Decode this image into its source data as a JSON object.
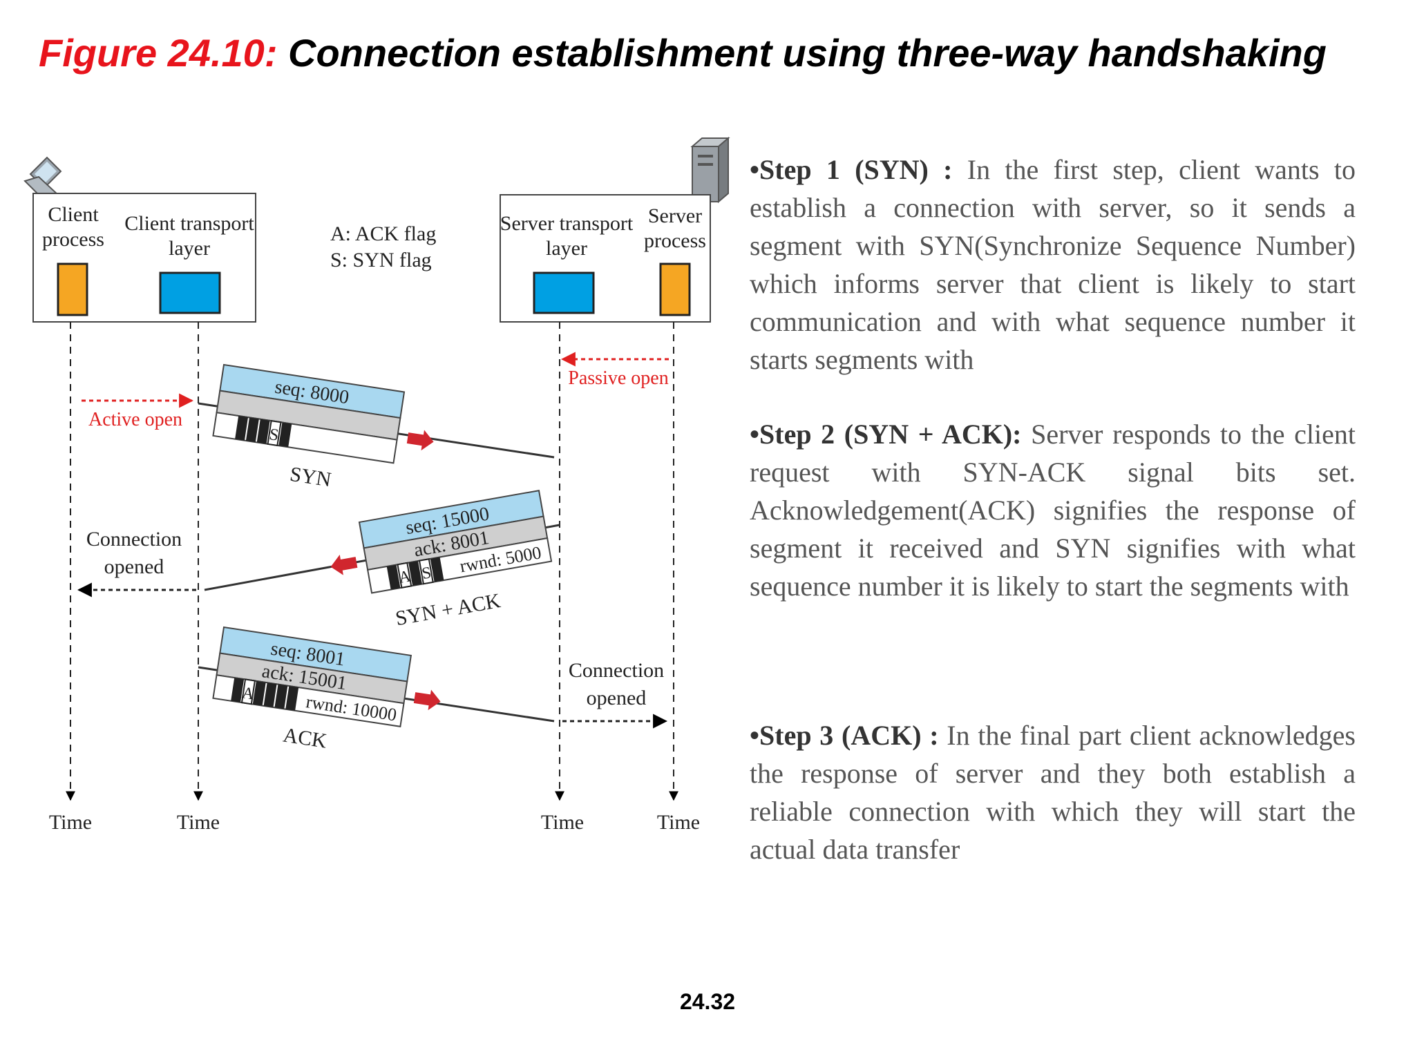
{
  "title": {
    "figure_label": "Figure 24.10:",
    "caption": " Connection establishment using three-way handshaking"
  },
  "diagram": {
    "client_process": [
      "Client",
      "process"
    ],
    "client_transport": [
      "Client transport",
      "layer"
    ],
    "server_transport": [
      "Server transport",
      "layer"
    ],
    "server_process": [
      "Server",
      "process"
    ],
    "legend": [
      "A: ACK flag",
      "S: SYN flag"
    ],
    "active_open": "Active open",
    "passive_open": "Passive open",
    "connection_opened_client": [
      "Connection",
      "opened"
    ],
    "connection_opened_server": [
      "Connection",
      "opened"
    ],
    "time_labels": [
      "Time",
      "Time",
      "Time",
      "Time"
    ],
    "segments": [
      {
        "name": "SYN",
        "seq": "seq: 8000",
        "ack": "",
        "rwnd": "",
        "flag_letters": [
          "S"
        ]
      },
      {
        "name": "SYN + ACK",
        "seq": "seq: 15000",
        "ack": "ack: 8001",
        "rwnd": "rwnd: 5000",
        "flag_letters": [
          "A",
          "S"
        ]
      },
      {
        "name": "ACK",
        "seq": "seq: 8001",
        "ack": "ack: 15001",
        "rwnd": "rwnd: 10000",
        "flag_letters": [
          "A"
        ]
      }
    ],
    "colors": {
      "process_block": "#f5a623",
      "transport_block": "#00a0e3",
      "seq_band": "#a9d8f0",
      "ack_band": "#cfcfcf",
      "open_arrow": "#e02020",
      "segment_arrow": "#d0262e"
    }
  },
  "steps": [
    {
      "label": "•Step 1 (SYN) :",
      "text": " In the first step, client wants to establish a connection with server, so it sends a segment with SYN(Synchronize Sequence Number) which informs server that client is likely to start communication and with what sequence number it starts segments with"
    },
    {
      "label": "•Step 2 (SYN + ACK):",
      "text": " Server responds to the client request with SYN-ACK signal bits set. Acknowledgement(ACK) signifies the response of segment it received and SYN signifies with what sequence number it is likely to start the segments with"
    },
    {
      "label": "•Step 3 (ACK) :",
      "text": " In the final part client acknowledges the response of server and they both establish a reliable connection with which they will start the actual data transfer"
    }
  ],
  "page_number": "24.32"
}
